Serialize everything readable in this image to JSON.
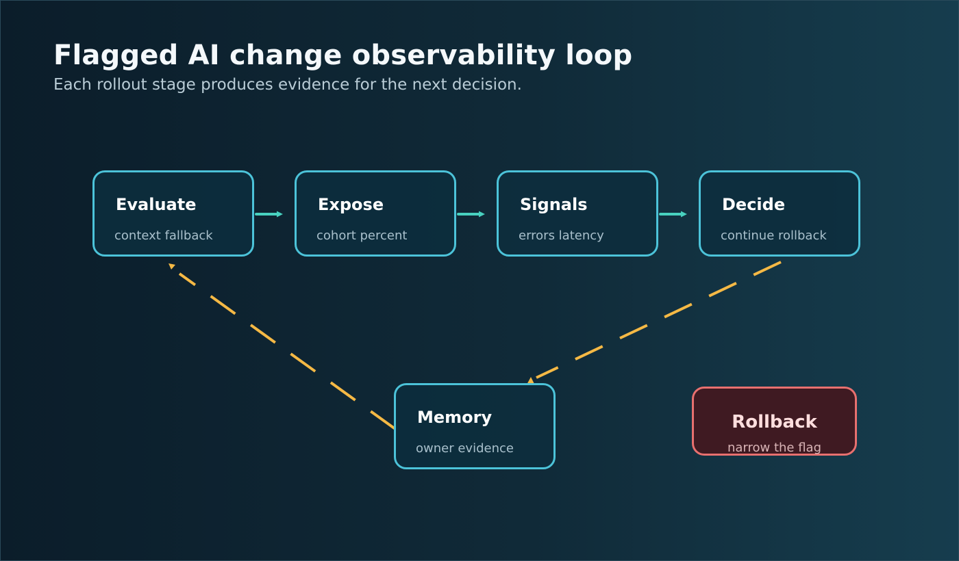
{
  "header": {
    "title": "Flagged AI change observability loop",
    "subtitle": "Each rollout stage produces evidence for the next decision."
  },
  "stages": [
    {
      "label": "Evaluate",
      "detail": "context fallback"
    },
    {
      "label": "Expose",
      "detail": "cohort percent"
    },
    {
      "label": "Signals",
      "detail": "errors latency"
    },
    {
      "label": "Decide",
      "detail": "continue rollback"
    }
  ],
  "memory": {
    "label": "Memory",
    "detail": "owner evidence"
  },
  "rollback": {
    "label": "Rollback",
    "detail": "narrow the flag"
  },
  "colors": {
    "stage_border": "#4cc3d9",
    "flow_arrow": "#48d1bf",
    "feedback_arrow": "#f5b945",
    "rollback_border": "#e8706f",
    "rollback_fill": "#3f1a22"
  }
}
